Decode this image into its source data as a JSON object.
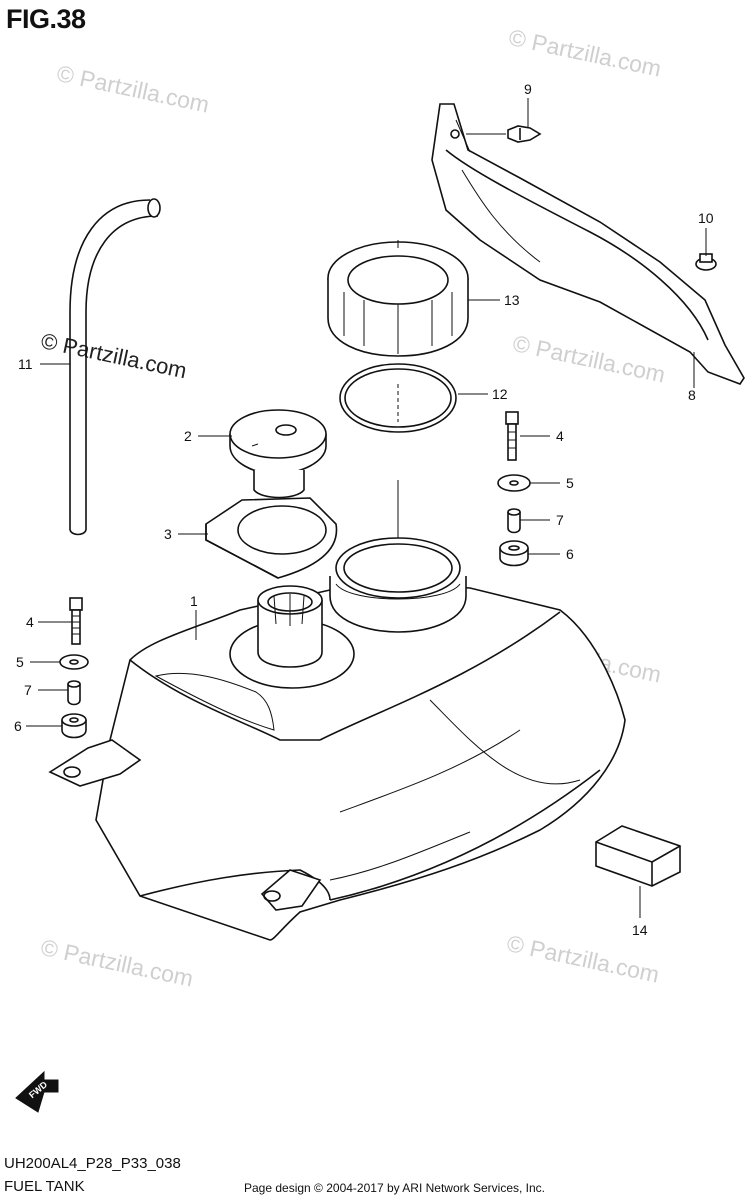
{
  "figure": {
    "title": "FIG.38",
    "model_code": "UH200AL4_P28_P33_038",
    "name": "FUEL TANK",
    "credit": "Page design © 2004-2017 by ARI Network Services, Inc."
  },
  "watermark": {
    "text": "© Partzilla.com"
  },
  "callouts": [
    {
      "id": "c9",
      "label": "9"
    },
    {
      "id": "c10",
      "label": "10"
    },
    {
      "id": "c13",
      "label": "13"
    },
    {
      "id": "c11",
      "label": "11"
    },
    {
      "id": "c12",
      "label": "12"
    },
    {
      "id": "c8",
      "label": "8"
    },
    {
      "id": "c2",
      "label": "2"
    },
    {
      "id": "c4a",
      "label": "4"
    },
    {
      "id": "c5a",
      "label": "5"
    },
    {
      "id": "c3",
      "label": "3"
    },
    {
      "id": "c7a",
      "label": "7"
    },
    {
      "id": "c6a",
      "label": "6"
    },
    {
      "id": "c1",
      "label": "1"
    },
    {
      "id": "c4b",
      "label": "4"
    },
    {
      "id": "c5b",
      "label": "5"
    },
    {
      "id": "c7b",
      "label": "7"
    },
    {
      "id": "c6b",
      "label": "6"
    },
    {
      "id": "c14",
      "label": "14"
    }
  ],
  "fwd_badge": "FWD",
  "colors": {
    "ink": "#111111",
    "watermark": "#cfcfcf",
    "background": "#ffffff"
  }
}
